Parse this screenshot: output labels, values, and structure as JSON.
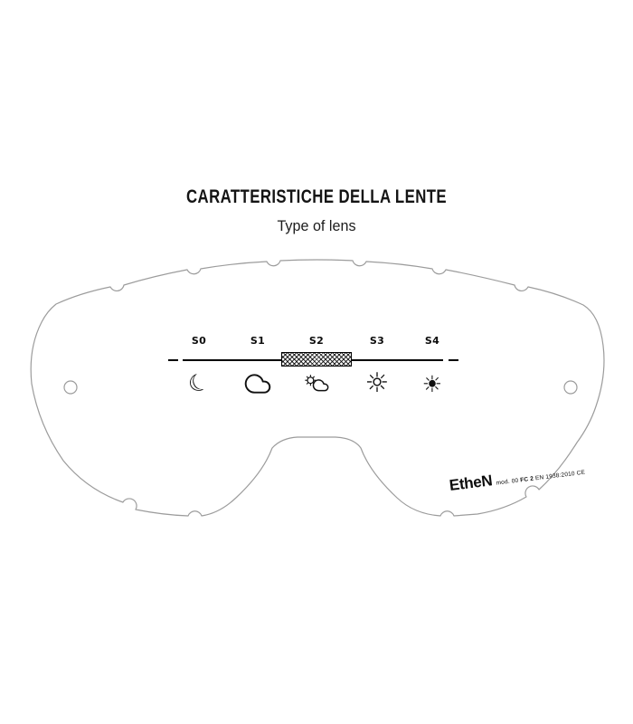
{
  "page": {
    "title": "CARATTERISTICHE DELLA LENTE",
    "subtitle": "Type of lens"
  },
  "scale": {
    "labels": [
      "S0",
      "S1",
      "S2",
      "S3",
      "S4"
    ],
    "selected": "S2",
    "conditions": [
      "night",
      "cloudy",
      "partly-sunny",
      "sunny",
      "bright-sun"
    ],
    "glyphs": {
      "moon": "☾",
      "sun_outline": "☼",
      "sun_filled": "☀"
    }
  },
  "brand": {
    "name": "EtheN",
    "cert_prefix": "mod. 00",
    "cert_model": "FC 2",
    "cert_suffix": "EN 1938:2010 CE"
  },
  "colors": {
    "outline": "#9c9c9c",
    "ink": "#111111"
  }
}
